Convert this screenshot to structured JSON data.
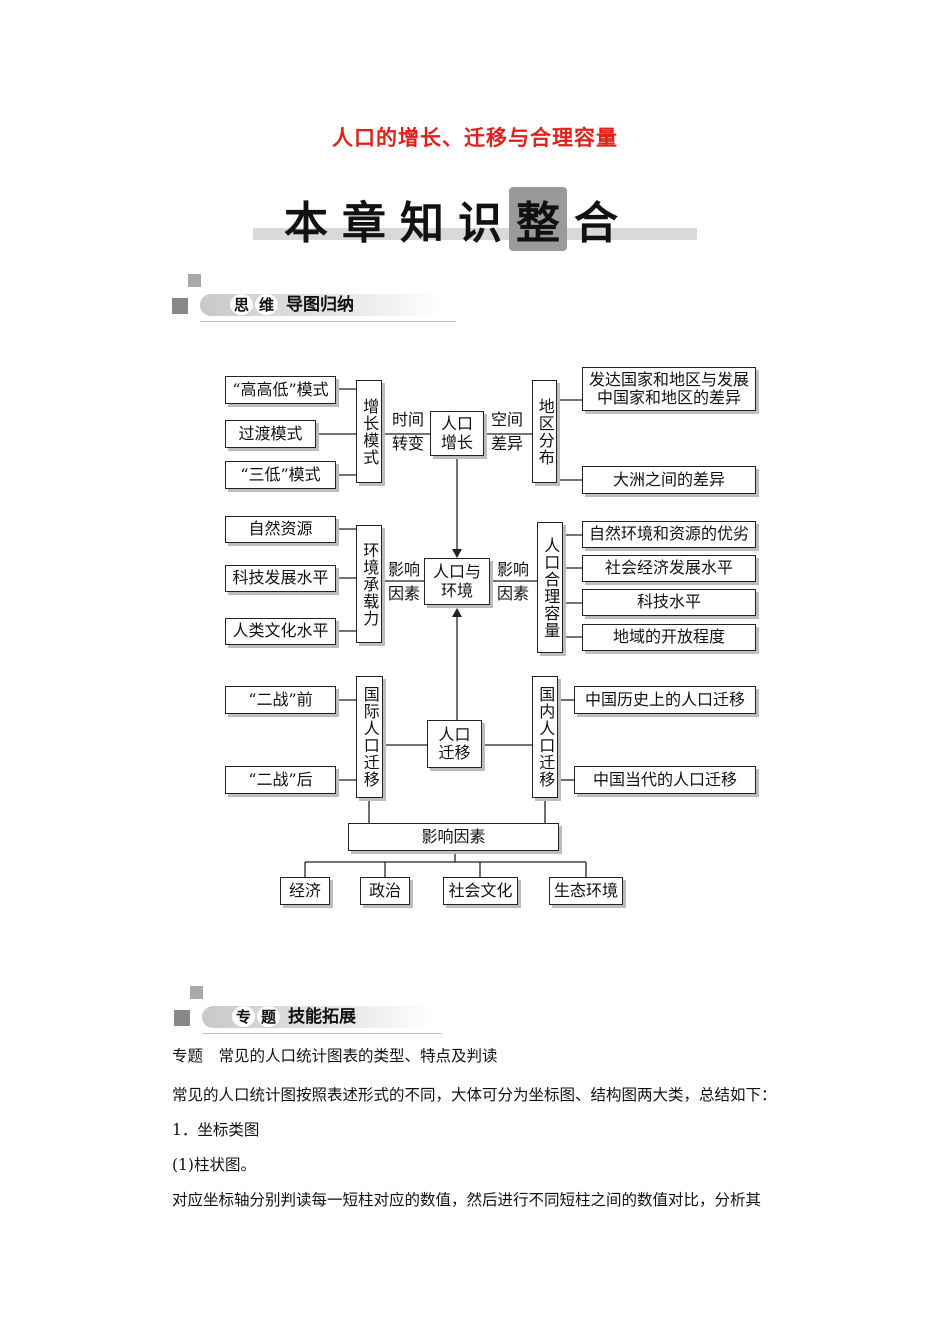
{
  "title": "人口的增长、迁移与合理容量",
  "banner": {
    "chars": [
      "本",
      "章",
      "知",
      "识",
      "整",
      "合"
    ]
  },
  "section1": {
    "a": "思",
    "b": "维",
    "rest": "导图归纳"
  },
  "section2": {
    "a": "专",
    "b": "题",
    "rest": "技能拓展"
  },
  "map": {
    "growth": {
      "modes": [
        "“高高低”模式",
        "过渡模式",
        "“三低”模式"
      ],
      "mode_box": "增长模式",
      "time_label": "时间转变",
      "center": "人口增长",
      "space_label": "空间差异",
      "dist_box": "地区分布",
      "diffs": [
        "发达国家和地区与发展中国家和地区的差异",
        "大洲之间的差异"
      ]
    },
    "env": {
      "left_items": [
        "自然资源",
        "科技发展水平",
        "人类文化水平"
      ],
      "capacity_box": "环境承载力",
      "left_label": "影响因素",
      "center": "人口与环境",
      "right_label": "影响因素",
      "reasonable_box": "人口合理容量",
      "right_items": [
        "自然环境和资源的优劣",
        "社会经济发展水平",
        "科技水平",
        "地域的开放程度"
      ]
    },
    "migration": {
      "left_items": [
        "“二战”前",
        "“二战”后"
      ],
      "intl_box": "国际人口迁移",
      "center": "人口迁移",
      "domestic_box": "国内人口迁移",
      "right_items": [
        "中国历史上的人口迁移",
        "中国当代的人口迁移"
      ],
      "factors": "影响因素",
      "factor_items": [
        "经济",
        "政治",
        "社会文化",
        "生态环境"
      ]
    }
  },
  "text": {
    "topic": "专题　常见的人口统计图表的类型、特点及判读",
    "p1": "常见的人口统计图按照表述形式的不同，大体可分为坐标图、结构图两大类，总结如下：",
    "h1": "1．坐标类图",
    "h2": "(1)柱状图。",
    "p2": "对应坐标轴分别判读每一短柱对应的数值，然后进行不同短柱之间的数值对比，分析其"
  }
}
